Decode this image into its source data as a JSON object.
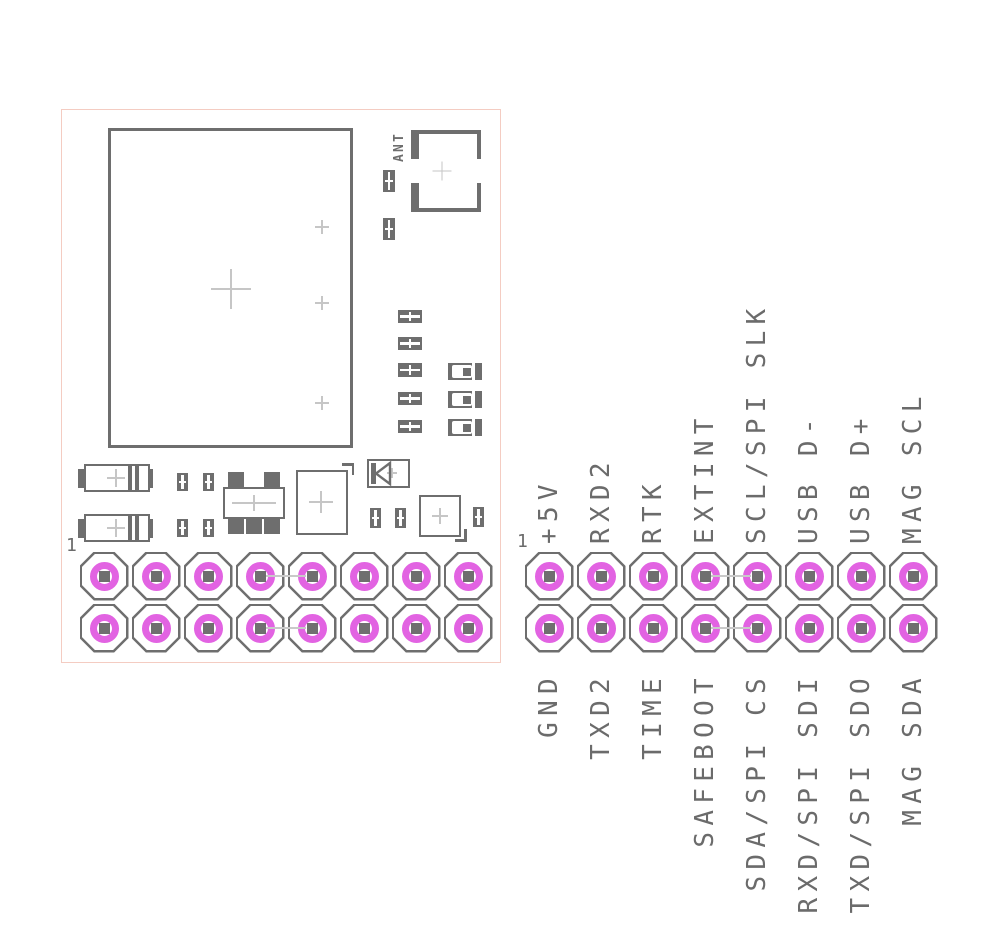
{
  "board": {
    "ant_label": "ANT",
    "pin1_marker": "1"
  },
  "right_header": {
    "pin1_marker": "1"
  },
  "pinout": {
    "top_labels": [
      "+5V",
      "RXD2",
      "RTK",
      "EXTINT",
      "SCL/SPI SLK",
      "USB D-",
      "USB D+",
      "MAG SCL"
    ],
    "bottom_labels": [
      "GND",
      "TXD2",
      "TIME",
      "SAFEBOOT",
      "SDA/SPI CS",
      "RXD/SPI SDI",
      "TXD/SPI SDO",
      "MAG SDA"
    ]
  },
  "colors": {
    "pad_ring_magenta": "#e263e2",
    "silkscreen_gray": "#6e6e6e",
    "board_frame_pink": "#f4ccc2",
    "origin_cross_gray": "#c6c6c6",
    "label_text_gray": "#6b6b6b"
  }
}
